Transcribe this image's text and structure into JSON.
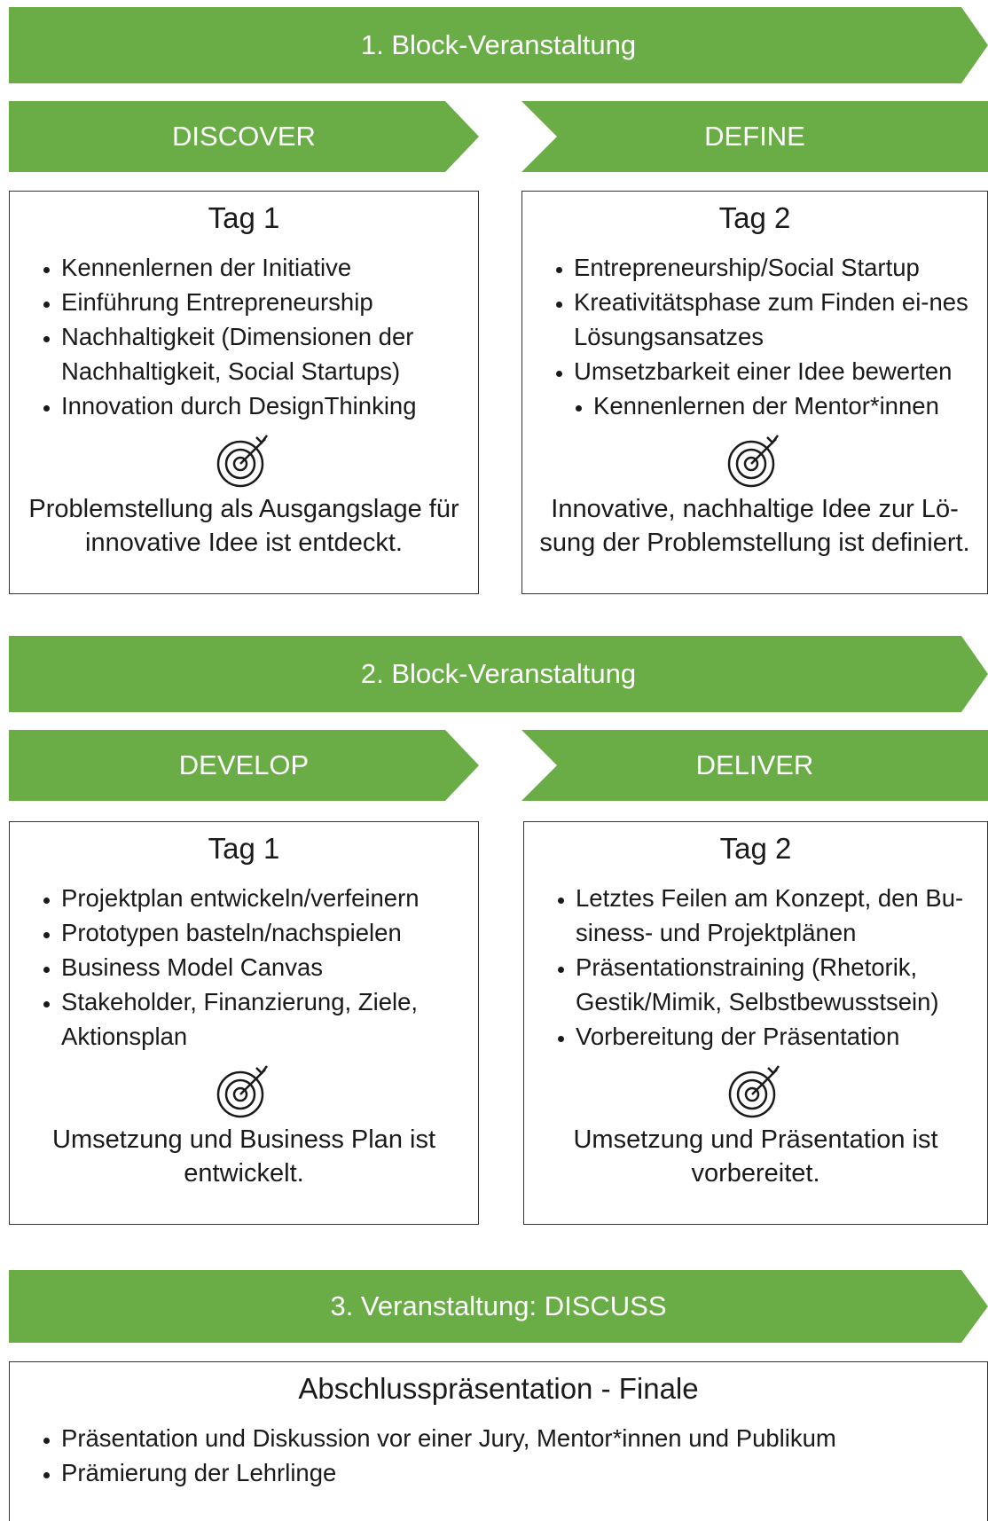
{
  "block1": {
    "banner": "1. Block-Veranstaltung",
    "left": {
      "phase": "DISCOVER",
      "day": "Tag 1",
      "items": [
        "Kennenlernen der Initiative",
        "Einführung Entrepreneurship",
        "Nachhaltigkeit (Dimensionen der Nachhaltigkeit, Social Startups)",
        "Innovation durch DesignThinking"
      ],
      "goal": "Problemstellung als Ausgangslage für innovative Idee ist entdeckt."
    },
    "right": {
      "phase": "DEFINE",
      "day": "Tag 2",
      "items": [
        "Entrepreneurship/Social Startup",
        "Kreativitätsphase zum Finden ei-nes Lösungsansatzes",
        "Umsetzbarkeit einer Idee bewerten",
        "Kennenlernen der Mentor*innen"
      ],
      "goal": "Innovative, nachhaltige Idee zur Lö-sung der Problemstellung ist definiert."
    }
  },
  "block2": {
    "banner": "2. Block-Veranstaltung",
    "left": {
      "phase": "DEVELOP",
      "day": "Tag 1",
      "items": [
        "Projektplan entwickeln/verfeinern",
        "Prototypen basteln/nachspielen",
        "Business Model Canvas",
        "Stakeholder, Finanzierung, Ziele, Aktionsplan"
      ],
      "goal": "Umsetzung und Business Plan ist entwickelt."
    },
    "right": {
      "phase": "DELIVER",
      "day": "Tag 2",
      "items": [
        "Letztes Feilen am Konzept, den Bu-siness- und Projektplänen",
        "Präsentationstraining (Rhetorik, Gestik/Mimik, Selbstbewusstsein)",
        "Vorbereitung der Präsentation"
      ],
      "goal": "Umsetzung und Präsentation ist vorbereitet."
    }
  },
  "block3": {
    "banner": "3. Veranstaltung: DISCUSS",
    "title": "Abschlusspräsentation - Finale",
    "items": [
      "Präsentation und Diskussion vor einer Jury, Mentor*innen und Publikum",
      "Prämierung der Lehrlinge"
    ]
  },
  "icons": {
    "goal": "target-icon"
  },
  "colors": {
    "accent": "#6aad47",
    "border": "#333333"
  }
}
